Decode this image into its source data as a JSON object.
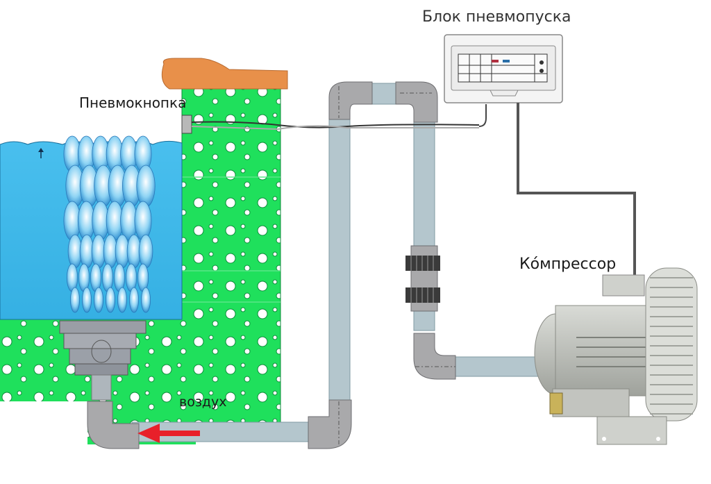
{
  "diagram": {
    "title": "Pool pneumatic-start air jet system",
    "labels": {
      "control_unit": "Блок пневмопуска",
      "pneumo_button": "Пневмокнопка",
      "compressor": "Ко́мпрессор",
      "air": "воздух"
    },
    "components": [
      {
        "id": "pool-water",
        "name": "pool water basin"
      },
      {
        "id": "pool-wall",
        "name": "concrete pool wall"
      },
      {
        "id": "coping",
        "name": "pool coping edge"
      },
      {
        "id": "air-nozzle",
        "name": "air jet nozzle (bubbler)"
      },
      {
        "id": "pneumo-button",
        "name": "pneumatic button"
      },
      {
        "id": "control-unit",
        "name": "pneumatic start control box"
      },
      {
        "id": "air-pipe",
        "name": "air supply pipe with loop"
      },
      {
        "id": "check-valve",
        "name": "pipe coupling / check valve"
      },
      {
        "id": "compressor",
        "name": "side channel blower compressor"
      }
    ],
    "flow_direction": "from compressor to nozzle (arrow points left)",
    "colors": {
      "water": "#3fb8e8",
      "wall": "#1ee05a",
      "coping": "#e8904a",
      "pipe": "#b4c6cd",
      "fitting": "#a9a9ab",
      "arrow": "#e8202a",
      "cable": "#555555"
    }
  }
}
